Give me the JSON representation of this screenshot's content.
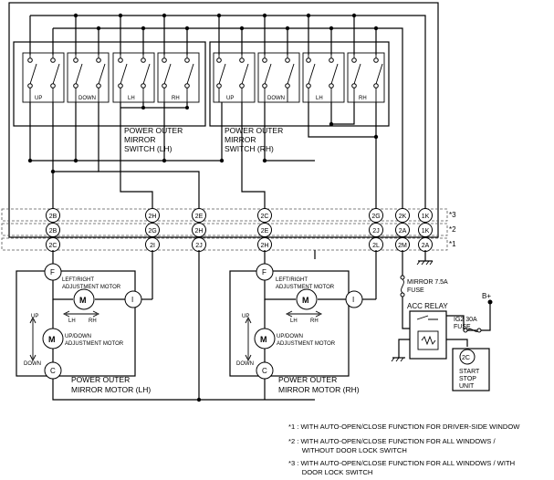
{
  "lh_switch": {
    "title_lines": [
      "POWER OUTER",
      "MIRROR",
      "SWITCH  (LH)"
    ],
    "positions": [
      "UP",
      "DOWN",
      "LH",
      "RH"
    ]
  },
  "rh_switch": {
    "title_lines": [
      "POWER OUTER",
      "MIRROR",
      "SWITCH (RH)"
    ],
    "positions": [
      "UP",
      "DOWN",
      "LH",
      "RH"
    ]
  },
  "connector_rows": {
    "row1": [
      "2B",
      "2H",
      "2E",
      "2C",
      "2G",
      "2K",
      "1K"
    ],
    "row2": [
      "2B",
      "2G",
      "2H",
      "2E",
      "2J",
      "2A",
      "1K"
    ],
    "row3": [
      "2C",
      "2I",
      "2J",
      "2H",
      "2L",
      "2M",
      "2A"
    ]
  },
  "row_marks": [
    "*3",
    "*2",
    "*1"
  ],
  "lh_motor": {
    "terminals": [
      "F",
      "I",
      "C"
    ],
    "motor_symbol": "M",
    "lr_motor_lines": [
      "LEFT/RIGHT",
      "ADJUSTMENT MOTOR"
    ],
    "ud_motor_lines": [
      "UP/DOWN",
      "ADJUSTMENT MOTOR"
    ],
    "lh": "LH",
    "rh": "RH",
    "up": "UP",
    "down": "DOWN",
    "title_lines": [
      "POWER OUTER",
      "MIRROR MOTOR (LH)"
    ]
  },
  "rh_motor": {
    "terminals": [
      "F",
      "I",
      "C"
    ],
    "motor_symbol": "M",
    "lr_motor_lines": [
      "LEFT/RIGHT",
      "ADJUSTMENT MOTOR"
    ],
    "ud_motor_lines": [
      "UP/DOWN",
      "ADJUSTMENT MOTOR"
    ],
    "lh": "LH",
    "rh": "RH",
    "up": "UP",
    "down": "DOWN",
    "title_lines": [
      "POWER OUTER",
      "MIRROR MOTOR (RH)"
    ]
  },
  "mirror_fuse_lines": [
    "MIRROR 7.5A",
    "FUSE"
  ],
  "acc_relay": "ACC RELAY",
  "ig2_fuse_lines": [
    "IG2 30A",
    "FUSE"
  ],
  "battery": "B+",
  "ss_unit": {
    "terminal": "2C",
    "lines": [
      "START",
      "STOP",
      "UNIT"
    ]
  },
  "notes": [
    "*1 : WITH AUTO-OPEN/CLOSE FUNCTION FOR DRIVER-SIDE WINDOW",
    "*2 : WITH AUTO-OPEN/CLOSE FUNCTION FOR ALL WINDOWS /\n       WITHOUT DOOR LOCK SWITCH",
    "*3 : WITH AUTO-OPEN/CLOSE FUNCTION FOR ALL WINDOWS / WITH\n       DOOR LOCK SWITCH"
  ]
}
